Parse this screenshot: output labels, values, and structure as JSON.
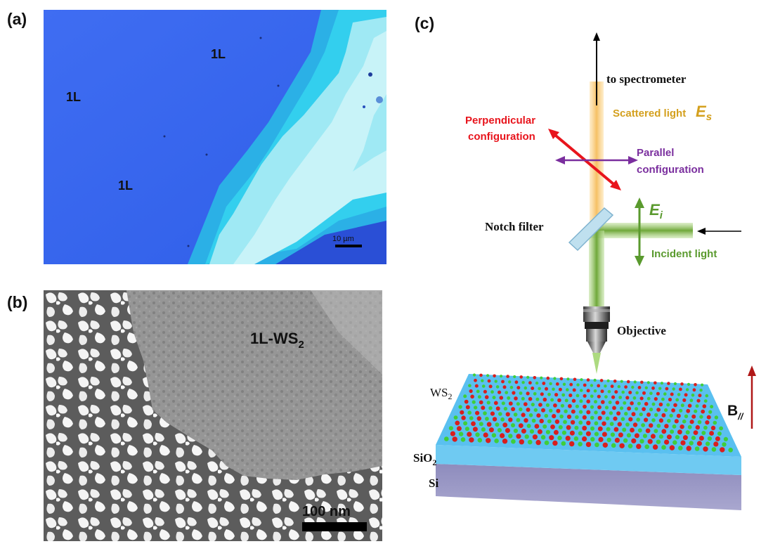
{
  "panel_labels": {
    "a": "(a)",
    "b": "(b)",
    "c": "(c)"
  },
  "panel_a": {
    "layer_labels": [
      "1L",
      "1L",
      "1L"
    ],
    "scale_bar": "10 µm"
  },
  "panel_b": {
    "sample_label_main": "1L-WS",
    "sample_label_sub": "2",
    "scale_bar": "100 nm"
  },
  "panel_c": {
    "to_spectrometer": "to  spectrometer",
    "scattered_light": "Scattered light",
    "es_main": "E",
    "es_sub": "s",
    "perpendicular_line1": "Perpendicular",
    "perpendicular_line2": "configuration",
    "parallel_line1": "Parallel",
    "parallel_line2": "configuration",
    "notch_filter": "Notch filter",
    "ei_main": "E",
    "ei_sub": "i",
    "incident_light": "Incident light",
    "objective": "Objective",
    "ws2_main": "WS",
    "ws2_sub": "2",
    "sio2_main": "SiO",
    "sio2_sub": "2",
    "si": "Si",
    "b_main": "B",
    "b_sub": "//",
    "colors": {
      "perpendicular": "#e8141c",
      "parallel": "#7a2e9e",
      "scattered": "#d4a01e",
      "incident": "#5a9a2e",
      "field_arrow": "#b01818"
    }
  }
}
